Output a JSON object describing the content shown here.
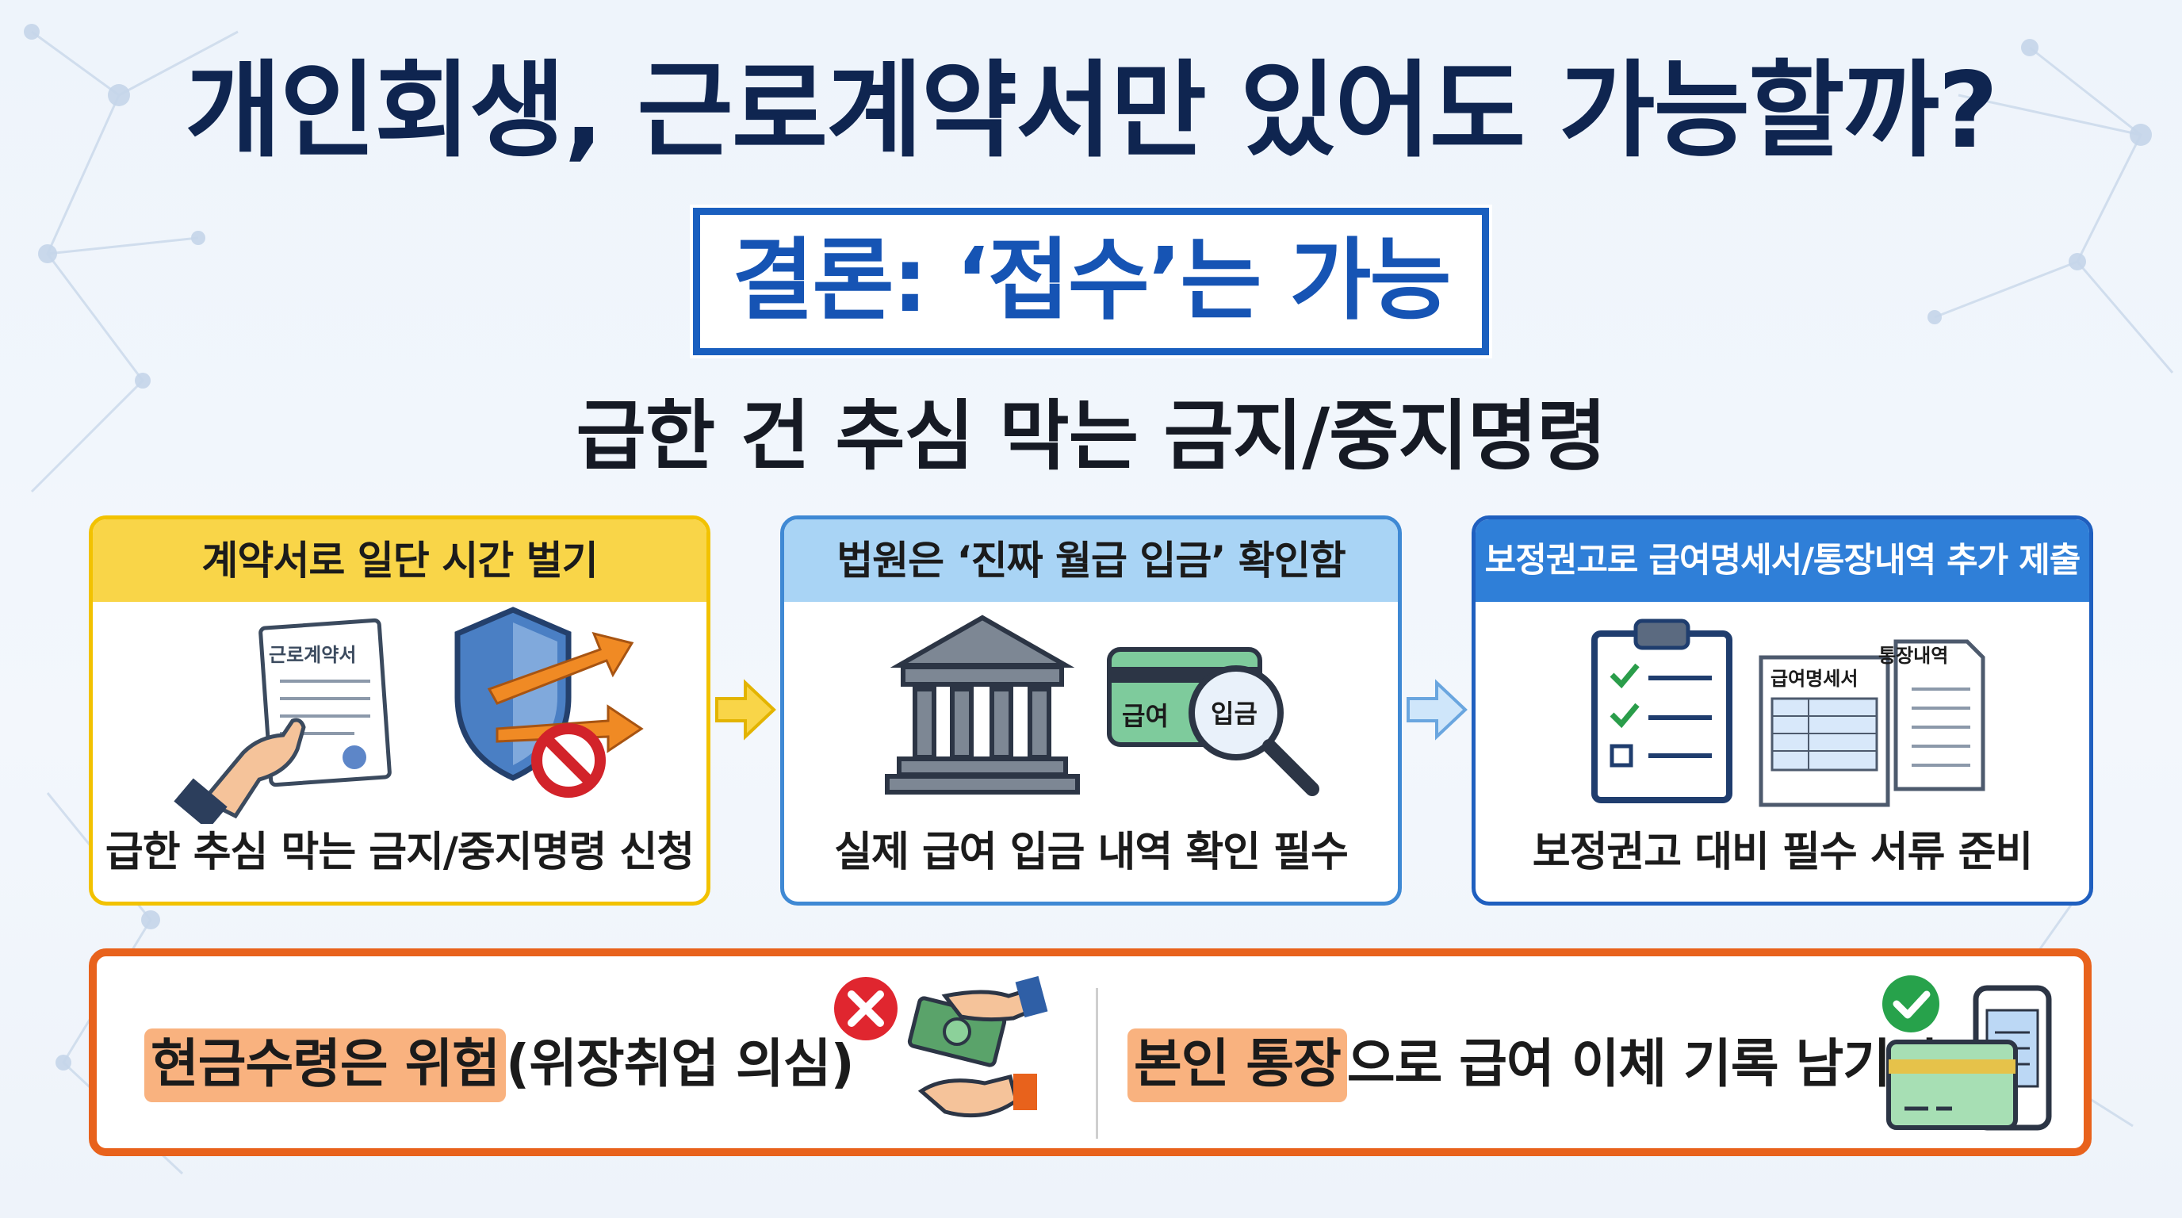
{
  "title": "개인회생, 근로계약서만 있어도 가능할까?",
  "conclusion": "결론: ‘접수’는 가능",
  "subtitle": "급한 건 추심 막는 금지/중지명령",
  "colors": {
    "navy": "#0f2550",
    "blue": "#1a5fbf",
    "yellow_head": "#f9d548",
    "yellow_border": "#f2c200",
    "lightblue_head": "#a9d4f5",
    "lightblue_border": "#3f89d4",
    "darkblue_head": "#2f7fd8",
    "darkblue_border": "#1f5fbf",
    "orange": "#e8621c",
    "highlight": "#f9b27f"
  },
  "cards": [
    {
      "header": "계약서로 일단 시간 벌기",
      "doc_label": "근로계약서",
      "footer": "급한 추심 막는 금지/중지명령 신청",
      "icons": [
        "contract-document-icon",
        "hand-icon",
        "shield-icon",
        "arrows-icon",
        "prohibited-icon"
      ]
    },
    {
      "header": "법원은 ‘진짜 월급 입금’ 확인함",
      "card_left": "급여",
      "card_right": "입금",
      "footer": "실제 급여 입금 내역 확인 필수",
      "icons": [
        "court-building-icon",
        "bank-card-icon",
        "magnifier-icon"
      ]
    },
    {
      "header": "보정권고로 급여명세서/통장내역 추가 제출",
      "doc1_label": "급여명세서",
      "doc2_label": "통장내역",
      "footer": "보정권고 대비 필수 서류 준비",
      "icons": [
        "checklist-clipboard-icon",
        "payslip-document-icon",
        "bankbook-document-icon"
      ]
    }
  ],
  "bottom": {
    "left_highlight": "현금수령은 위험",
    "left_rest": "(위장취업 의심)",
    "right_highlight": "본인 통장",
    "right_rest": "으로 급여 이체 기록 남기기",
    "icons": [
      "x-mark-icon",
      "cash-hands-icon",
      "check-mark-icon",
      "phone-card-icon"
    ]
  }
}
